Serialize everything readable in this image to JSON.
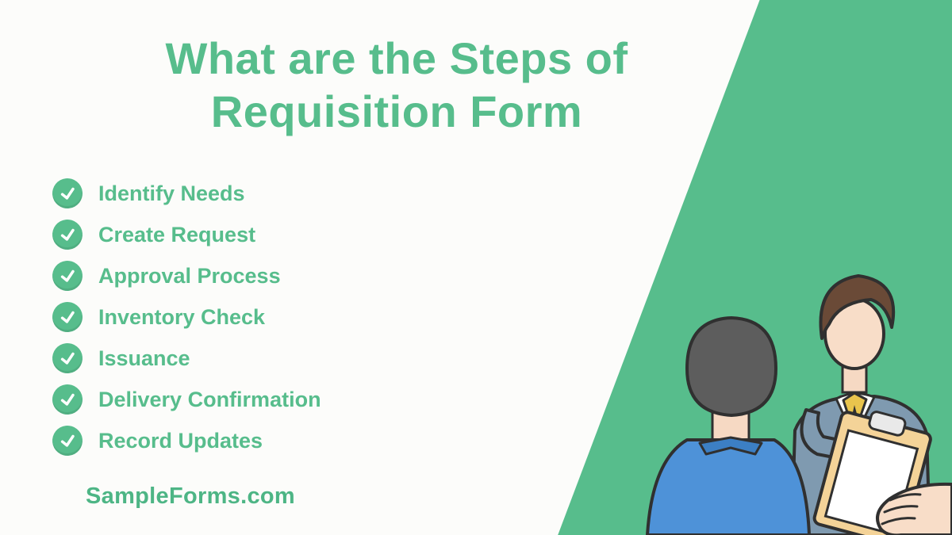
{
  "title": {
    "line1": "What are the Steps of",
    "line2": "Requisition Form"
  },
  "steps": [
    {
      "label": "Identify Needs"
    },
    {
      "label": "Create Request"
    },
    {
      "label": "Approval Process"
    },
    {
      "label": "Inventory Check"
    },
    {
      "label": "Issuance"
    },
    {
      "label": "Delivery Confirmation"
    },
    {
      "label": "Record Updates"
    }
  ],
  "footer": {
    "brand": "SampleForms.com"
  },
  "colors": {
    "accent_green": "#57BD8C",
    "panel_green": "#57BD8C",
    "background": "#FCFCFA",
    "illustration": {
      "shirt_blue": "#4E92D8",
      "jacket_gray_blue": "#7F9AB0",
      "clipboard_tan": "#F4D398",
      "vest_yellow": "#E9C44D",
      "hair_brown": "#6A4A37",
      "hair_dark_gray": "#5D5D5D",
      "skin": "#F8DDC8",
      "outline": "#303030"
    }
  }
}
